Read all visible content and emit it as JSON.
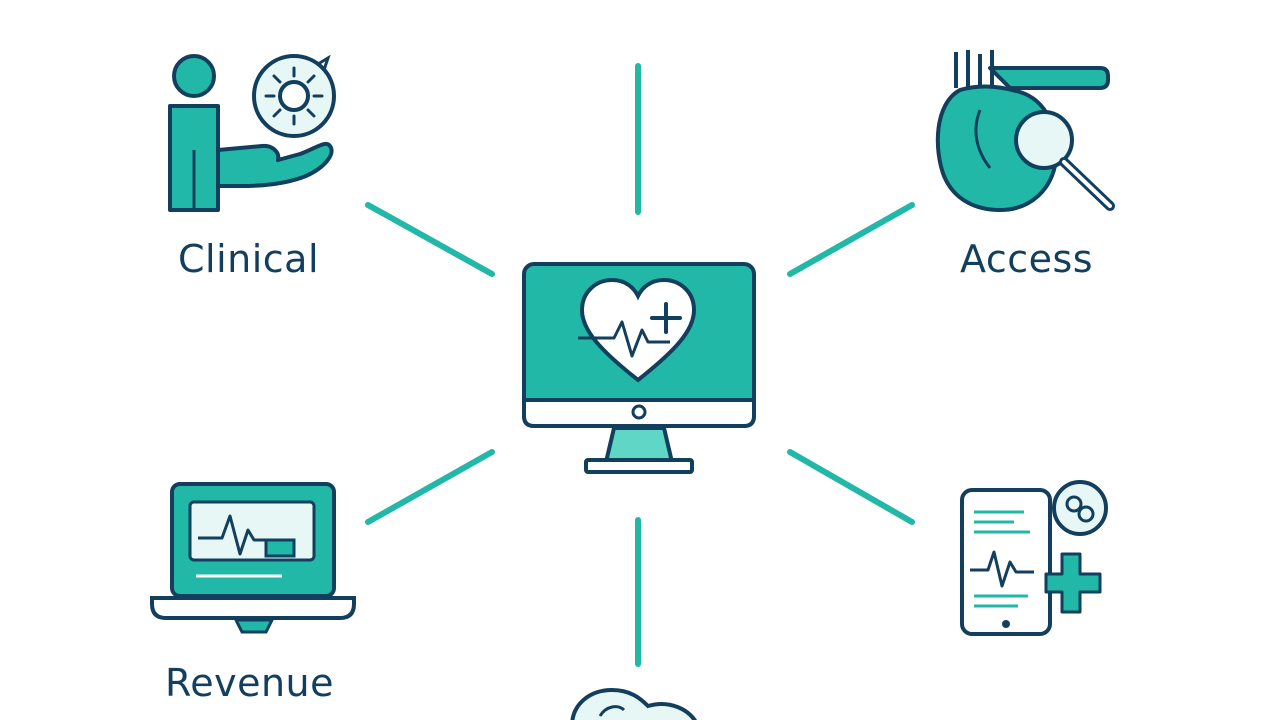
{
  "nodes": {
    "clinical": {
      "label": "Clinical",
      "icon": "person-hand-gear-icon"
    },
    "access": {
      "label": "Access",
      "icon": "heart-magnifier-icon"
    },
    "revenue": {
      "label": "Revenue",
      "icon": "laptop-ecg-icon"
    },
    "mobile": {
      "label": "",
      "icon": "phone-medical-cross-icon"
    },
    "bottom": {
      "label": "",
      "icon": "cloud-icon"
    }
  },
  "center": {
    "icon": "monitor-heart-plus-icon"
  },
  "colors": {
    "teal": "#22b8a8",
    "teal_light": "#5fd6c6",
    "teal_pale": "#e6f7f5",
    "navy": "#123f5e",
    "connector": "#22b8a8"
  }
}
